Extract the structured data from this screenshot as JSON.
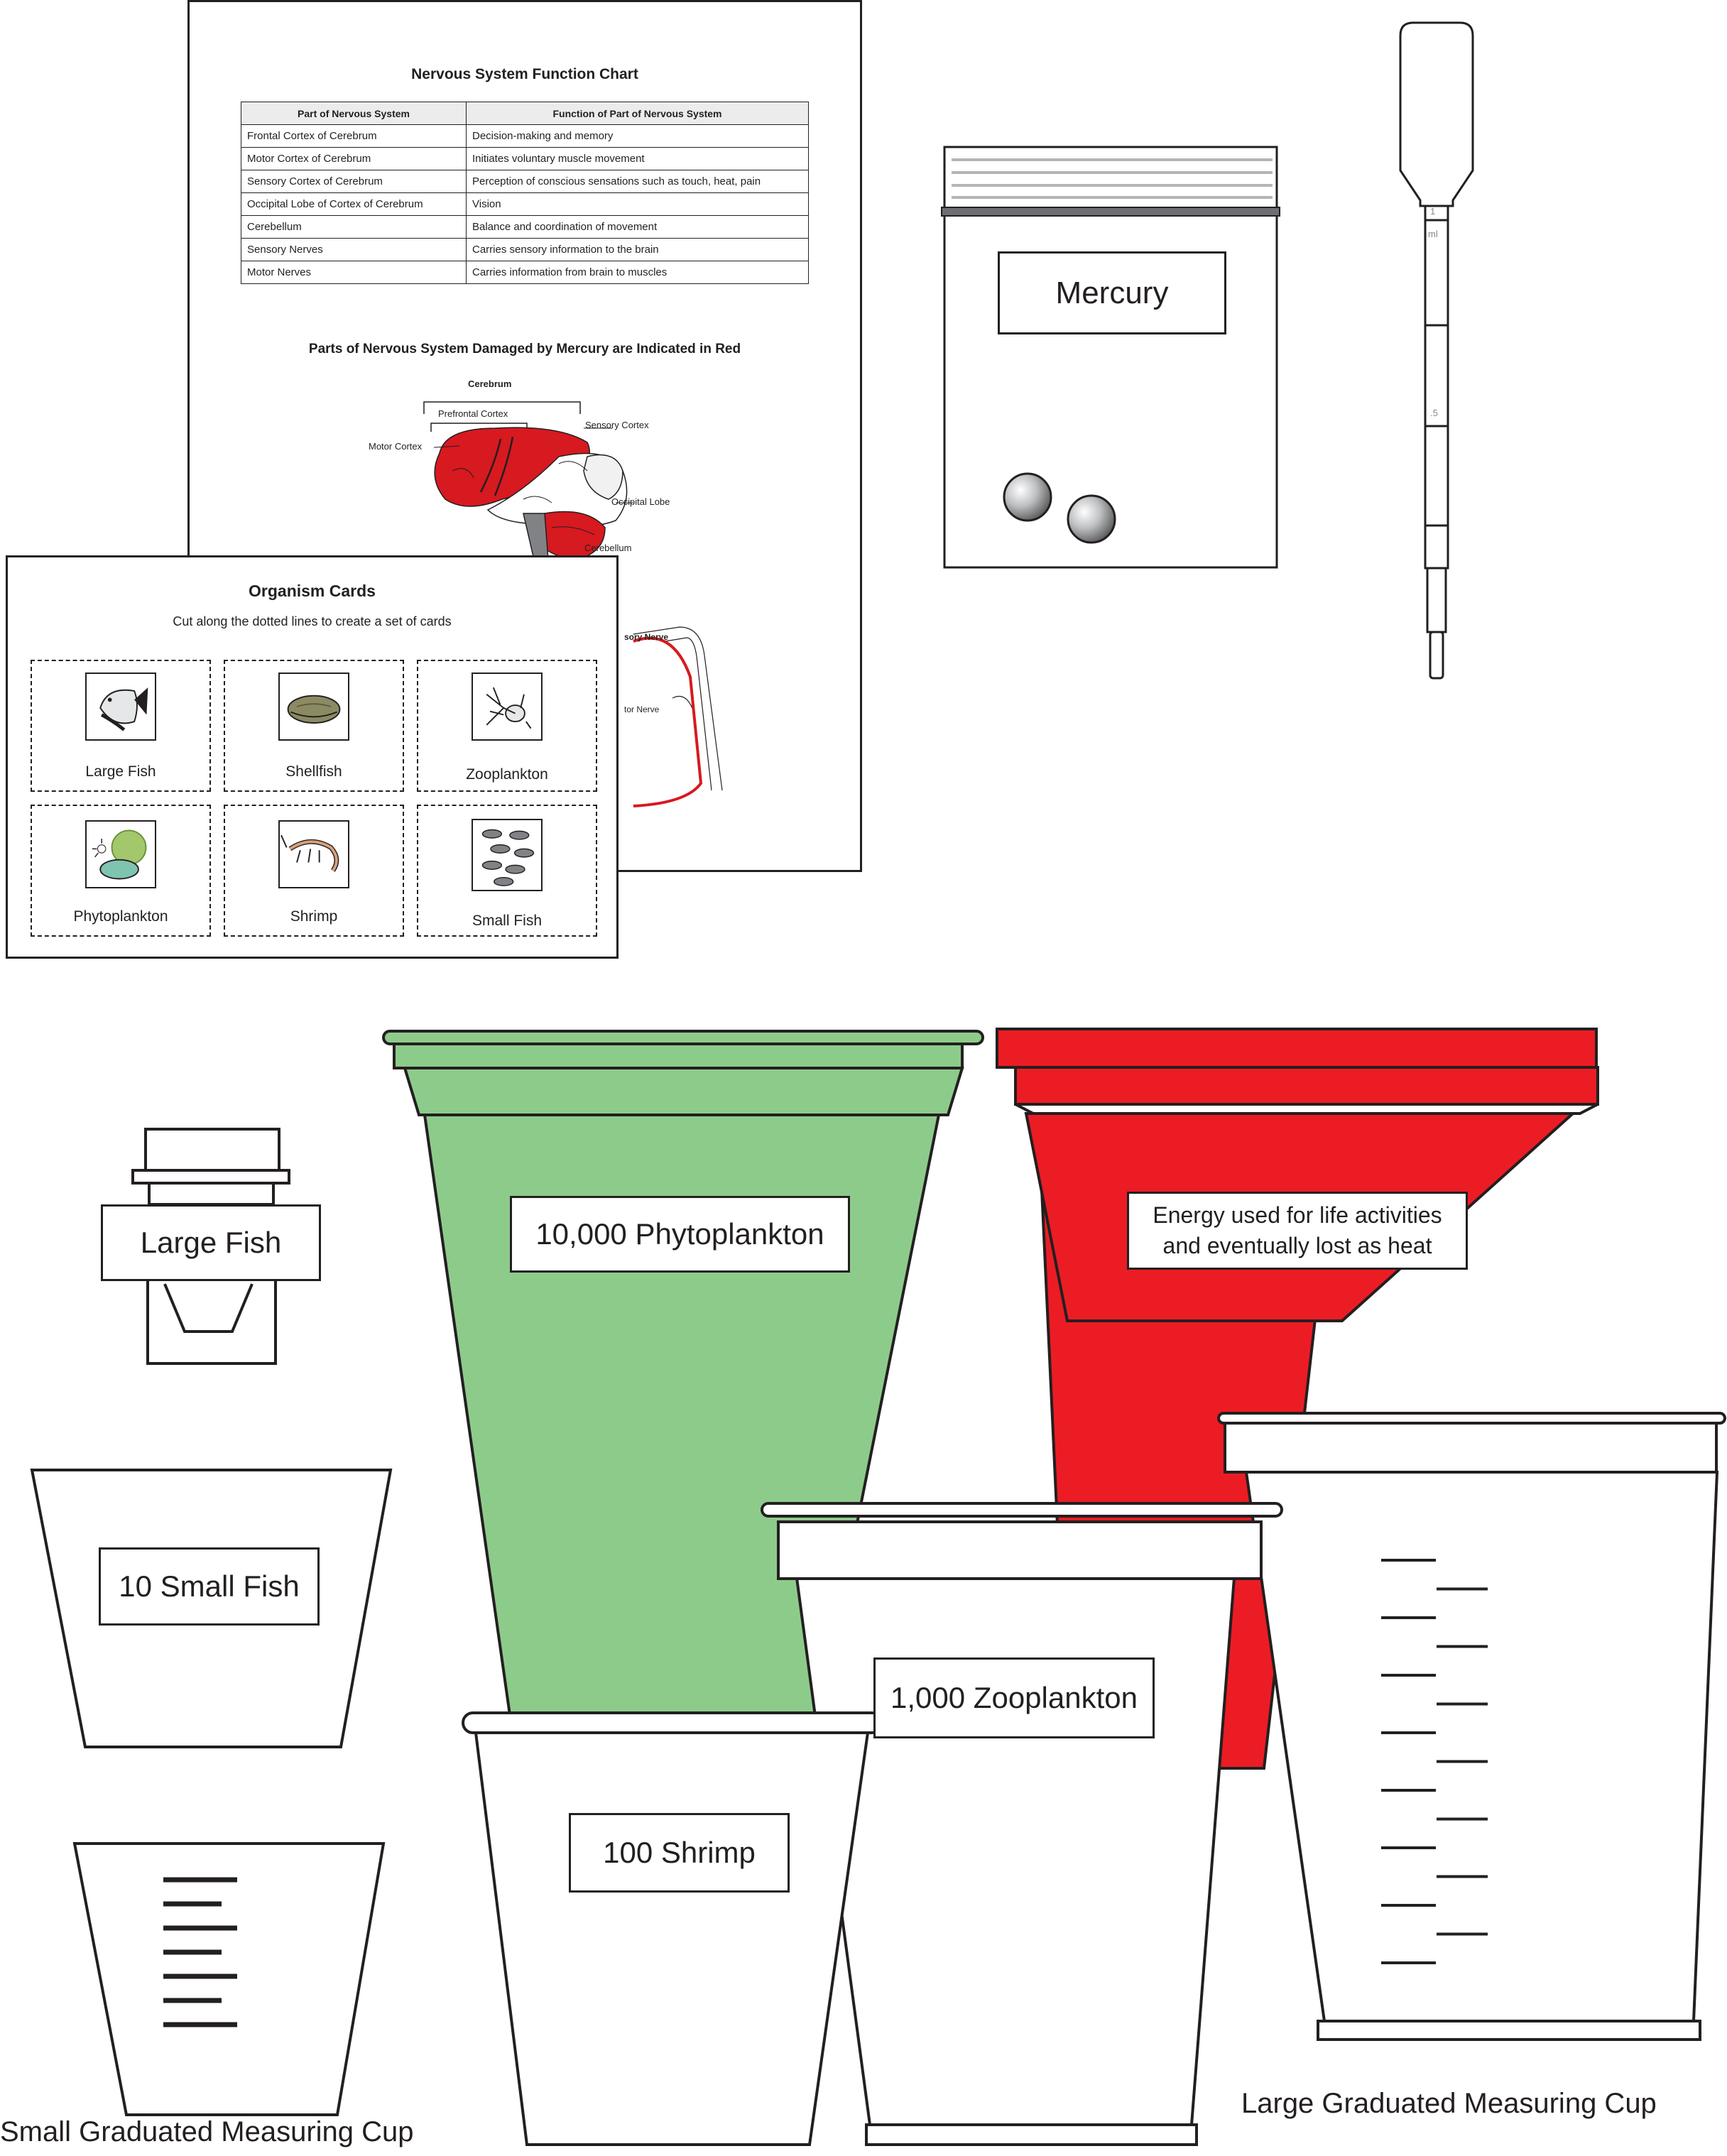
{
  "function_chart": {
    "title": "Nervous System Function Chart",
    "headers": [
      "Part of Nervous System",
      "Function of Part of Nervous System"
    ],
    "rows": [
      [
        "Frontal Cortex of Cerebrum",
        "Decision-making and memory"
      ],
      [
        "Motor Cortex of Cerebrum",
        "Initiates voluntary muscle movement"
      ],
      [
        "Sensory Cortex of Cerebrum",
        "Perception of conscious sensations such as touch, heat, pain"
      ],
      [
        "Occipital Lobe of Cortex of Cerebrum",
        "Vision"
      ],
      [
        "Cerebellum",
        "Balance and coordination of movement"
      ],
      [
        "Sensory Nerves",
        "Carries sensory information to the brain"
      ],
      [
        "Motor Nerves",
        "Carries information from brain to muscles"
      ]
    ],
    "damage_title": "Parts of Nervous System Damaged by Mercury are Indicated in Red",
    "brain_labels": {
      "cerebrum": "Cerebrum",
      "prefrontal": "Prefrontal Cortex",
      "motor": "Motor Cortex",
      "sensory": "Sensory Cortex",
      "occipital": "Occipital Lobe",
      "cerebellum": "Cerebellum"
    },
    "nerve_labels": {
      "sensory": "sory Nerve",
      "motor": "tor Nerve"
    }
  },
  "organism_cards": {
    "title": "Organism Cards",
    "subtitle": "Cut along the dotted lines to create a set of cards",
    "cards": [
      {
        "label": "Large Fish",
        "icon": "large-fish-icon"
      },
      {
        "label": "Shellfish",
        "icon": "shellfish-icon"
      },
      {
        "label": "Zooplankton",
        "icon": "zooplankton-icon"
      },
      {
        "label": "Phytoplankton",
        "icon": "phytoplankton-icon"
      },
      {
        "label": "Shrimp",
        "icon": "shrimp-icon"
      },
      {
        "label": "Small Fish",
        "icon": "small-fish-icon"
      }
    ]
  },
  "mercury_bag": {
    "label": "Mercury"
  },
  "pipette": {
    "marks": [
      "1",
      "ml",
      ".5"
    ]
  },
  "cups": {
    "large_fish": "Large Fish",
    "small_fish": "10 Small Fish",
    "phytoplankton": "10,000 Phytoplankton",
    "energy_line1": "Energy used for life activities",
    "energy_line2": "and eventually lost as heat",
    "zooplankton": "1,000 Zooplankton",
    "shrimp": "100 Shrimp"
  },
  "captions": {
    "small_cup": "Small Graduated Measuring Cup",
    "large_cup": "Large Graduated Measuring Cup"
  },
  "colors": {
    "green_cup": "#8dcb8b",
    "red_cup": "#ec1c24",
    "outline": "#231f20",
    "brain_red": "#d71920"
  }
}
